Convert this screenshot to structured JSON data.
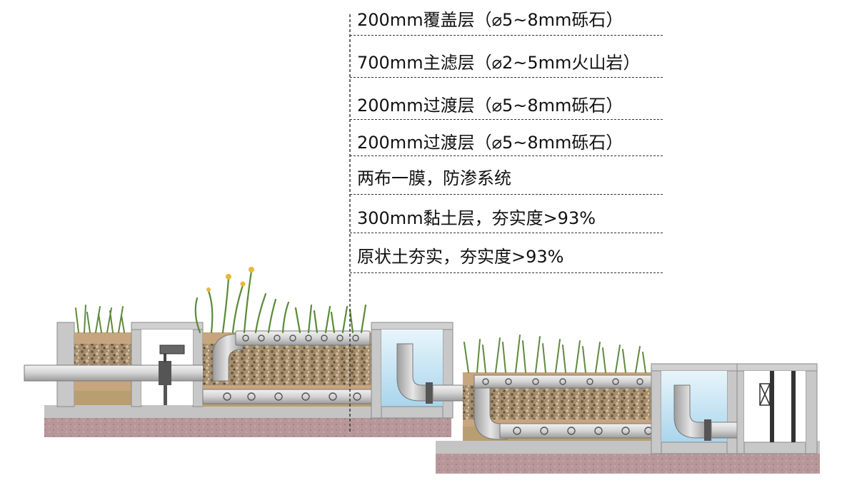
{
  "diagram": {
    "layers": [
      {
        "label": "200mm覆盖层（⌀5~8mm砾石）"
      },
      {
        "label": "700mm主滤层（⌀2~5mm火山岩）"
      },
      {
        "label": "200mm过渡层（⌀5~8mm砾石）"
      },
      {
        "label": "200mm过渡层（⌀5~8mm砾石）"
      },
      {
        "label": "两布一膜，防渗系统"
      },
      {
        "label": "300mm黏土层，夯实度>93%"
      },
      {
        "label": "原状土夯实，夯实度>93%"
      }
    ],
    "colors": {
      "water": "#bfe0f0",
      "concrete": "#c9c9c9",
      "gravel": "#a08a6a",
      "soil": "#c9a987",
      "ground": "#b89894",
      "clay": "#b99e72",
      "pipe": "#d8d8d8",
      "grass": "#6c8f4a"
    }
  }
}
